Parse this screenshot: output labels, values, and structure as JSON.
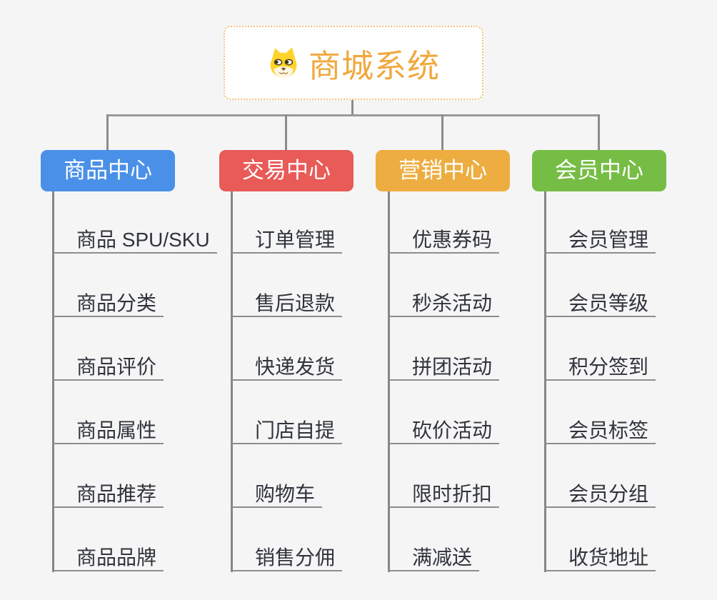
{
  "root": {
    "title": "商城系统",
    "icon": "dog-face-icon"
  },
  "colors": {
    "background": "#f5f5f6",
    "root_background": "#ffffff",
    "root_border": "#f3c475",
    "root_text": "#f0a83e",
    "connector": "#8c8c8c",
    "leaf_text": "#30343a",
    "leaf_underline": "#8d8d8d"
  },
  "branches": [
    {
      "label": "商品中心",
      "color": "#4a90e8",
      "items": [
        "商品 SPU/SKU",
        "商品分类",
        "商品评价",
        "商品属性",
        "商品推荐",
        "商品品牌"
      ]
    },
    {
      "label": "交易中心",
      "color": "#e85b57",
      "items": [
        "订单管理",
        "售后退款",
        "快递发货",
        "门店自提",
        "购物车",
        "销售分佣"
      ]
    },
    {
      "label": "营销中心",
      "color": "#edad41",
      "items": [
        "优惠券码",
        "秒杀活动",
        "拼团活动",
        "砍价活动",
        "限时折扣",
        "满减送"
      ]
    },
    {
      "label": "会员中心",
      "color": "#76bd45",
      "items": [
        "会员管理",
        "会员等级",
        "积分签到",
        "会员标签",
        "会员分组",
        "收货地址"
      ]
    }
  ]
}
